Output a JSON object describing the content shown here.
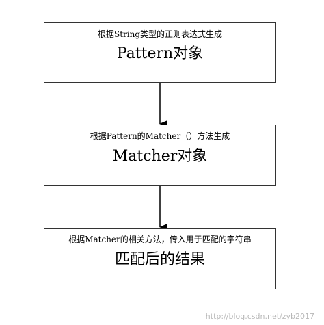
{
  "steps": [
    {
      "sub": "根据String类型的正则表达式生成",
      "main": "Pattern对象"
    },
    {
      "sub": "根据Pattern的Matcher（）方法生成",
      "main": "Matcher对象"
    },
    {
      "sub": "根据Matcher的相关方法，传入用于匹配的字符串",
      "main": "匹配后的结果"
    }
  ],
  "watermark": "http://blog.csdn.net/zyb2017"
}
